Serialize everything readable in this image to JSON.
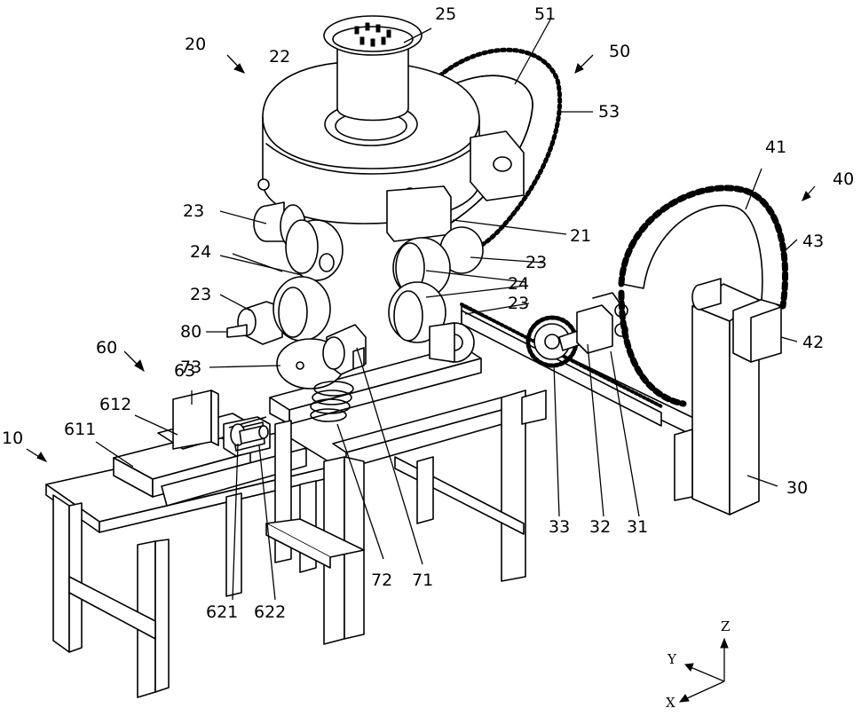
{
  "figure": {
    "labels": {
      "l10": "10",
      "l20": "20",
      "l21": "21",
      "l22": "22",
      "l23a": "23",
      "l23b": "23",
      "l23c": "23",
      "l23d": "23",
      "l24a": "24",
      "l24b": "24",
      "l25": "25",
      "l30": "30",
      "l31": "31",
      "l32": "32",
      "l33": "33",
      "l40": "40",
      "l41": "41",
      "l42": "42",
      "l43": "43",
      "l50": "50",
      "l51": "51",
      "l53": "53",
      "l60": "60",
      "l63": "63",
      "l611": "611",
      "l612": "612",
      "l621": "621",
      "l622": "622",
      "l71": "71",
      "l72": "72",
      "l73": "73",
      "l80": "80"
    },
    "axes": {
      "x": "X",
      "y": "Y",
      "z": "Z"
    }
  }
}
